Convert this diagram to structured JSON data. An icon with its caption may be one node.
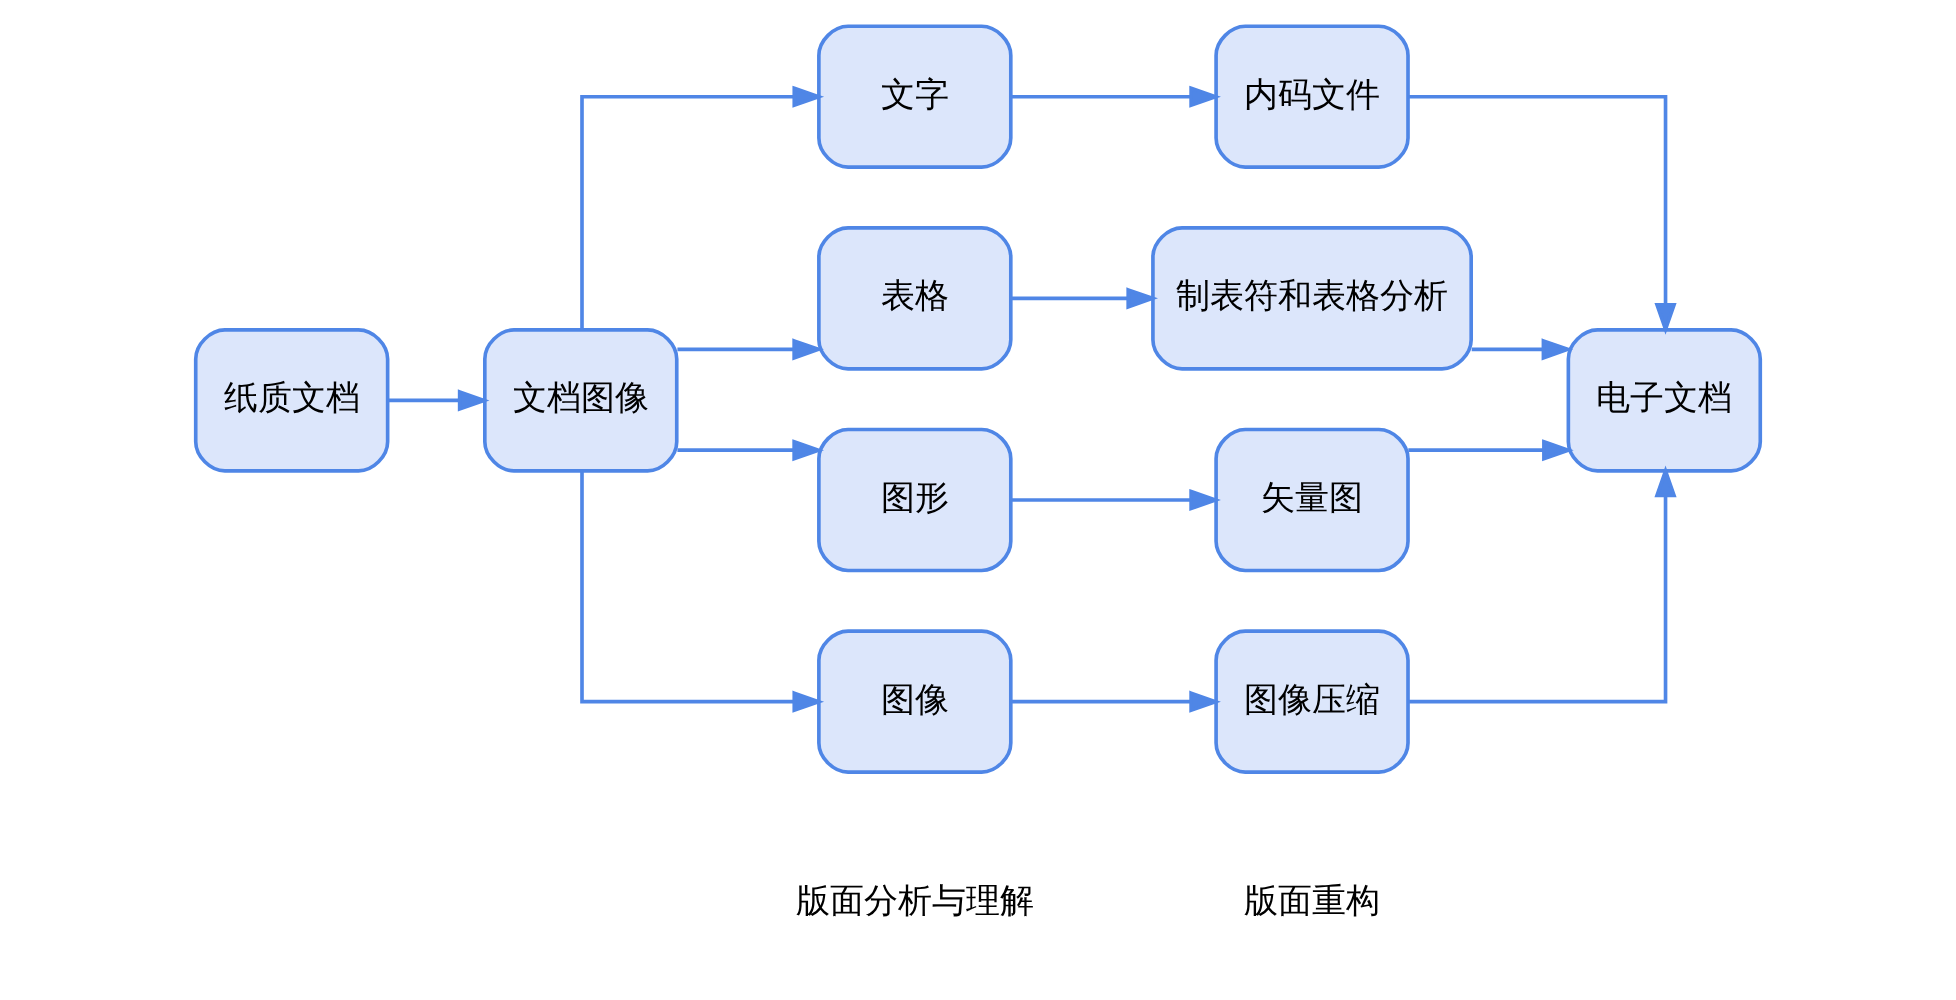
{
  "diagram": {
    "nodes": [
      {
        "text": [
          "纸质文档"
        ]
      },
      {
        "text": [
          "文档图像"
        ]
      },
      {
        "text": [
          "文字"
        ]
      },
      {
        "text": [
          "表格"
        ]
      },
      {
        "text": [
          "图形"
        ]
      },
      {
        "text": [
          "图像"
        ]
      },
      {
        "text": [
          "内码文件"
        ]
      },
      {
        "text": [
          "制表符和表格分析"
        ]
      },
      {
        "text": [
          "矢量图"
        ]
      },
      {
        "text": [
          "图像压缩"
        ]
      },
      {
        "text": [
          "电子文档"
        ]
      }
    ],
    "edges": [
      {
        "from": 0,
        "to": 1,
        "arrow": "to"
      },
      {
        "from": 1,
        "to": 2,
        "arrow": "to"
      },
      {
        "from": 1,
        "to": 3,
        "arrow": "to"
      },
      {
        "from": 1,
        "to": 4,
        "arrow": "to"
      },
      {
        "from": 1,
        "to": 5,
        "arrow": "to"
      },
      {
        "from": 2,
        "to": 6,
        "arrow": "to"
      },
      {
        "from": 3,
        "to": 7,
        "arrow": "to"
      },
      {
        "from": 4,
        "to": 8,
        "arrow": "to"
      },
      {
        "from": 5,
        "to": 9,
        "arrow": "to"
      },
      {
        "from": 6,
        "to": 10,
        "arrow": "to"
      },
      {
        "from": 7,
        "to": 10,
        "arrow": "to"
      },
      {
        "from": 8,
        "to": 10,
        "arrow": "to"
      },
      {
        "from": 9,
        "to": 10,
        "arrow": "to"
      }
    ],
    "labels": [
      "版面分析与理解",
      "版面重构"
    ]
  }
}
